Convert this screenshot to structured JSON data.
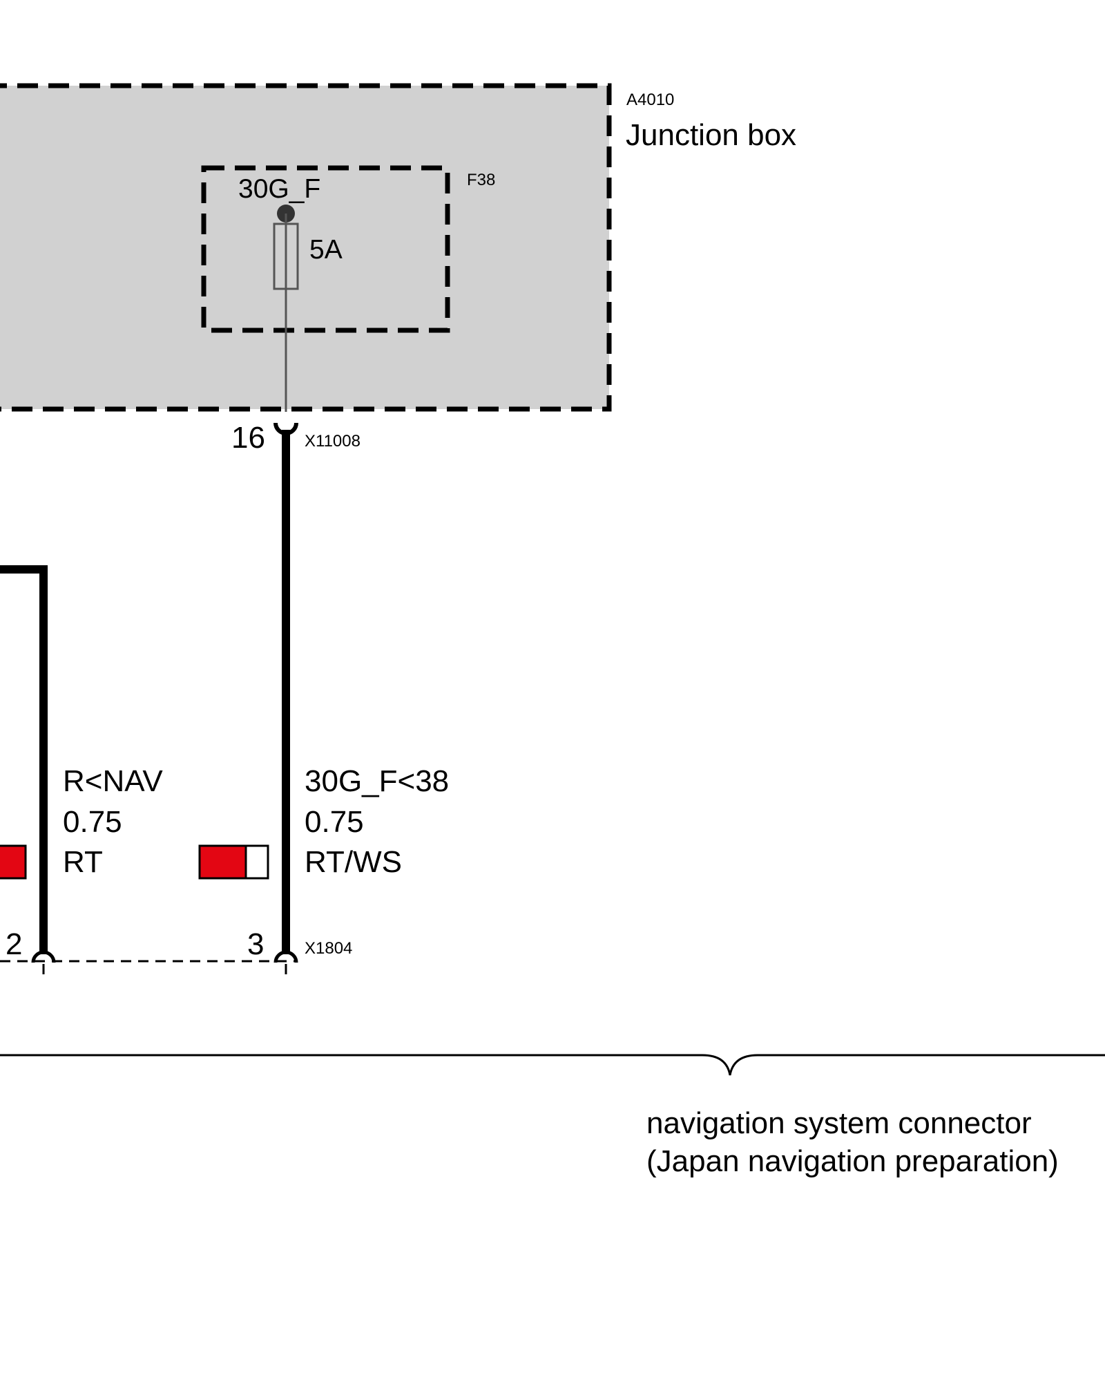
{
  "junction_box": {
    "id": "A4010",
    "name": "Junction box",
    "fill_color": "#d1d1d1"
  },
  "fuse": {
    "id": "F38",
    "terminal": "30G_F",
    "rating": "5A"
  },
  "connector_top": {
    "id": "X11008",
    "pin": "16"
  },
  "connector_bottom": {
    "id": "X1804",
    "pins": [
      "2",
      "3"
    ]
  },
  "wires": [
    {
      "signal": "R<NAV",
      "gauge": "0.75",
      "color_code": "RT",
      "colors": [
        "#e30613"
      ]
    },
    {
      "signal": "30G_F<38",
      "gauge": "0.75",
      "color_code": "RT/WS",
      "colors": [
        "#e30613",
        "#ffffff"
      ]
    }
  ],
  "bracket_caption": {
    "line1": "navigation system connector",
    "line2": "(Japan navigation preparation)"
  }
}
